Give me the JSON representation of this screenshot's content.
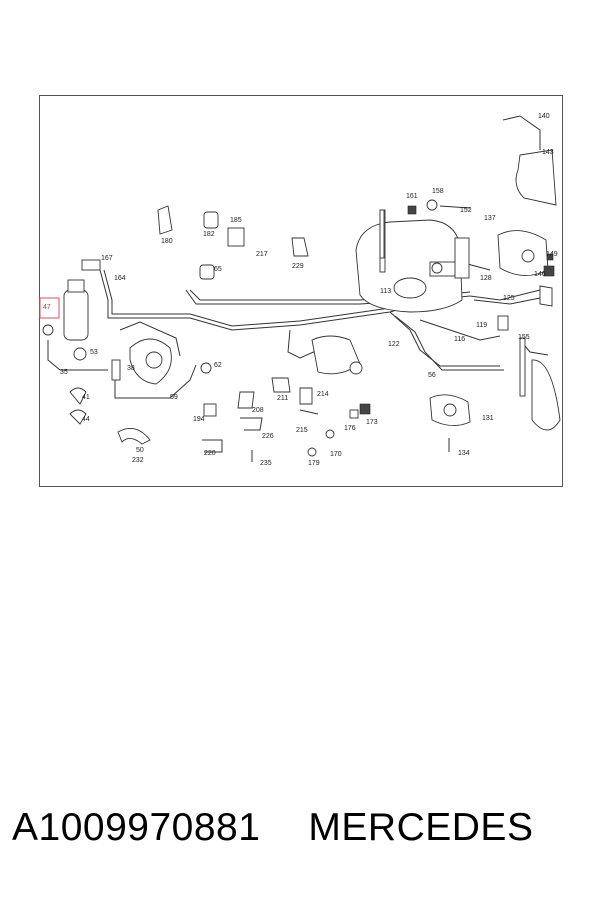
{
  "caption": {
    "part_number": "A1009970881",
    "brand": "MERCEDES"
  },
  "highlight": {
    "label": "47",
    "color": "#e0505a"
  },
  "callouts": {
    "c140": "140",
    "c143": "143",
    "c161": "161",
    "c158": "158",
    "c152": "152",
    "c137": "137",
    "c149": "149",
    "c146": "146",
    "c180": "180",
    "c182": "182",
    "c185": "185",
    "c217": "217",
    "c229": "229",
    "c167": "167",
    "c164": "164",
    "c65": "65",
    "c128": "128",
    "c113": "113",
    "c125": "125",
    "c119": "119",
    "c155": "155",
    "c116": "116",
    "c122": "122",
    "c56": "56",
    "c53": "53",
    "c38": "38",
    "c62": "62",
    "c35": "35",
    "c41": "41",
    "c44": "44",
    "c59": "59",
    "c194": "194",
    "c208": "208",
    "c211": "211",
    "c214": "214",
    "c215": "215",
    "c176": "176",
    "c173": "173",
    "c226": "226",
    "c131": "131",
    "c50": "50",
    "c232": "232",
    "c220": "220",
    "c235": "235",
    "c179": "179",
    "c170": "170",
    "c134": "134"
  }
}
